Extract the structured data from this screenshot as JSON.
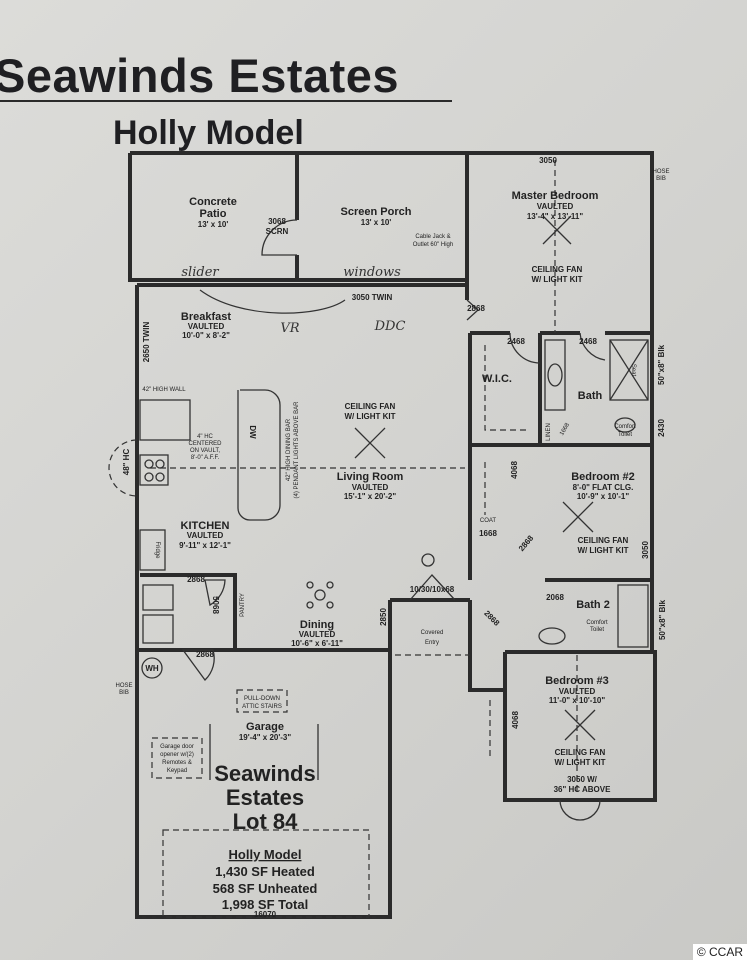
{
  "header": {
    "title": "Seawinds Estates",
    "subtitle": "Holly Model"
  },
  "rooms": {
    "patio": {
      "line1": "Concrete",
      "line2": "Patio",
      "size": "13' x 10'"
    },
    "screen_door": {
      "size": "3068",
      "type": "SCRN"
    },
    "screen_porch": {
      "name": "Screen Porch",
      "size": "13' x 10'"
    },
    "cable_note": {
      "line1": "Cable Jack &",
      "line2": "Outlet 60\" High"
    },
    "breakfast": {
      "name": "Breakfast",
      "ceiling": "VAULTED",
      "size": "10'-0\" x 8'-2\""
    },
    "master": {
      "window": "3050",
      "name": "Master Bedroom",
      "ceiling": "VAULTED",
      "size": "13'-4\" x 13'-11\"",
      "fan1": "CEILING FAN",
      "fan2": "W/ LIGHT KIT"
    },
    "wic": {
      "name": "W.I.C."
    },
    "bath": {
      "name": "Bath",
      "toilet1": "Comfort",
      "toilet2": "Toilet",
      "linen": "LINEN",
      "linen_door": "1668",
      "shower": "Seat"
    },
    "living": {
      "fan1": "CEILING FAN",
      "fan2": "W/ LIGHT KIT",
      "name": "Living Room",
      "ceiling": "VAULTED",
      "size": "15'-1\" x 20'-2\""
    },
    "kitchen": {
      "name": "KITCHEN",
      "ceiling": "VAULTED",
      "size": "9'-11\" x 12'-1\"",
      "fridge": "Fridge",
      "dw": "DW",
      "wall": "42\" HIGH WALL",
      "hood1": "4\" HC",
      "hood2": "CENTERED",
      "hood3": "ON VAULT,",
      "hood4": "8'-0\" A.F.F.",
      "bar": "42\" HIGH DINING BAR",
      "pendants": "(4) PENDANT LIGHTS ABOVE BAR",
      "window": "48\" HC"
    },
    "dining": {
      "name": "Dining",
      "ceiling": "VAULTED",
      "size": "10'-6\" x 6'-11\""
    },
    "entry": {
      "line1": "Covered",
      "line2": "Entry",
      "door": "10/30/10x68"
    },
    "pantry": {
      "name": "PANTRY",
      "door": "5068"
    },
    "bedroom2": {
      "name": "Bedroom #2",
      "ceiling": "8'-0\" FLAT CLG.",
      "size": "10'-9\" x 10'-1\"",
      "fan1": "CEILING FAN",
      "fan2": "W/ LIGHT KIT",
      "closet": "4068",
      "window": "3050"
    },
    "coat": {
      "name": "COAT",
      "door": "1668"
    },
    "bath2": {
      "name": "Bath 2",
      "door": "2068",
      "toilet1": "Comfort",
      "toilet2": "Toilet"
    },
    "bedroom3": {
      "name": "Bedroom #3",
      "ceiling": "VAULTED",
      "size": "11'-0\" x 10'-10\"",
      "fan1": "CEILING FAN",
      "fan2": "W/ LIGHT KIT",
      "closet": "4068",
      "window1": "3050 W/",
      "window2": "36\" HC ABOVE"
    },
    "garage": {
      "name": "Garage",
      "size": "19'-4\" x 20'-3\"",
      "attic1": "PULL-DOWN",
      "attic2": "ATTIC STAIRS",
      "opener1": "Garage door",
      "opener2": "opener w/(2)",
      "opener3": "Remotes &",
      "opener4": "Keypad",
      "wh": "WH",
      "door": "16070"
    }
  },
  "dims": {
    "twin_3050": "3050 TWIN",
    "twin_2650": "2650 TWIN",
    "d2868_master": "2868",
    "d2468_wic": "2468",
    "d2468_bath": "2468",
    "blk_master": "50\"x8\" Blk",
    "w2430": "2430",
    "d2868_laundry": "2868",
    "d2868_garage": "2868",
    "w2850": "2850",
    "d2868_bed2": "2868",
    "d2868_hall": "2868",
    "blk_bath2": "50\"x8\" Blk"
  },
  "hose_bib": {
    "line1": "HOSE",
    "line2": "BIB"
  },
  "handwritten": {
    "slider": "slider",
    "windows": "windows",
    "initials1": "VR",
    "initials2": "DDC"
  },
  "lot_label": {
    "line1": "Seawinds",
    "line2": "Estates",
    "line3": "Lot 84"
  },
  "summary": {
    "model": "Holly Model",
    "heated": "1,430 SF Heated",
    "unheated": "568 SF Unheated",
    "total": "1,998 SF Total"
  },
  "watermark": "© CCAR"
}
